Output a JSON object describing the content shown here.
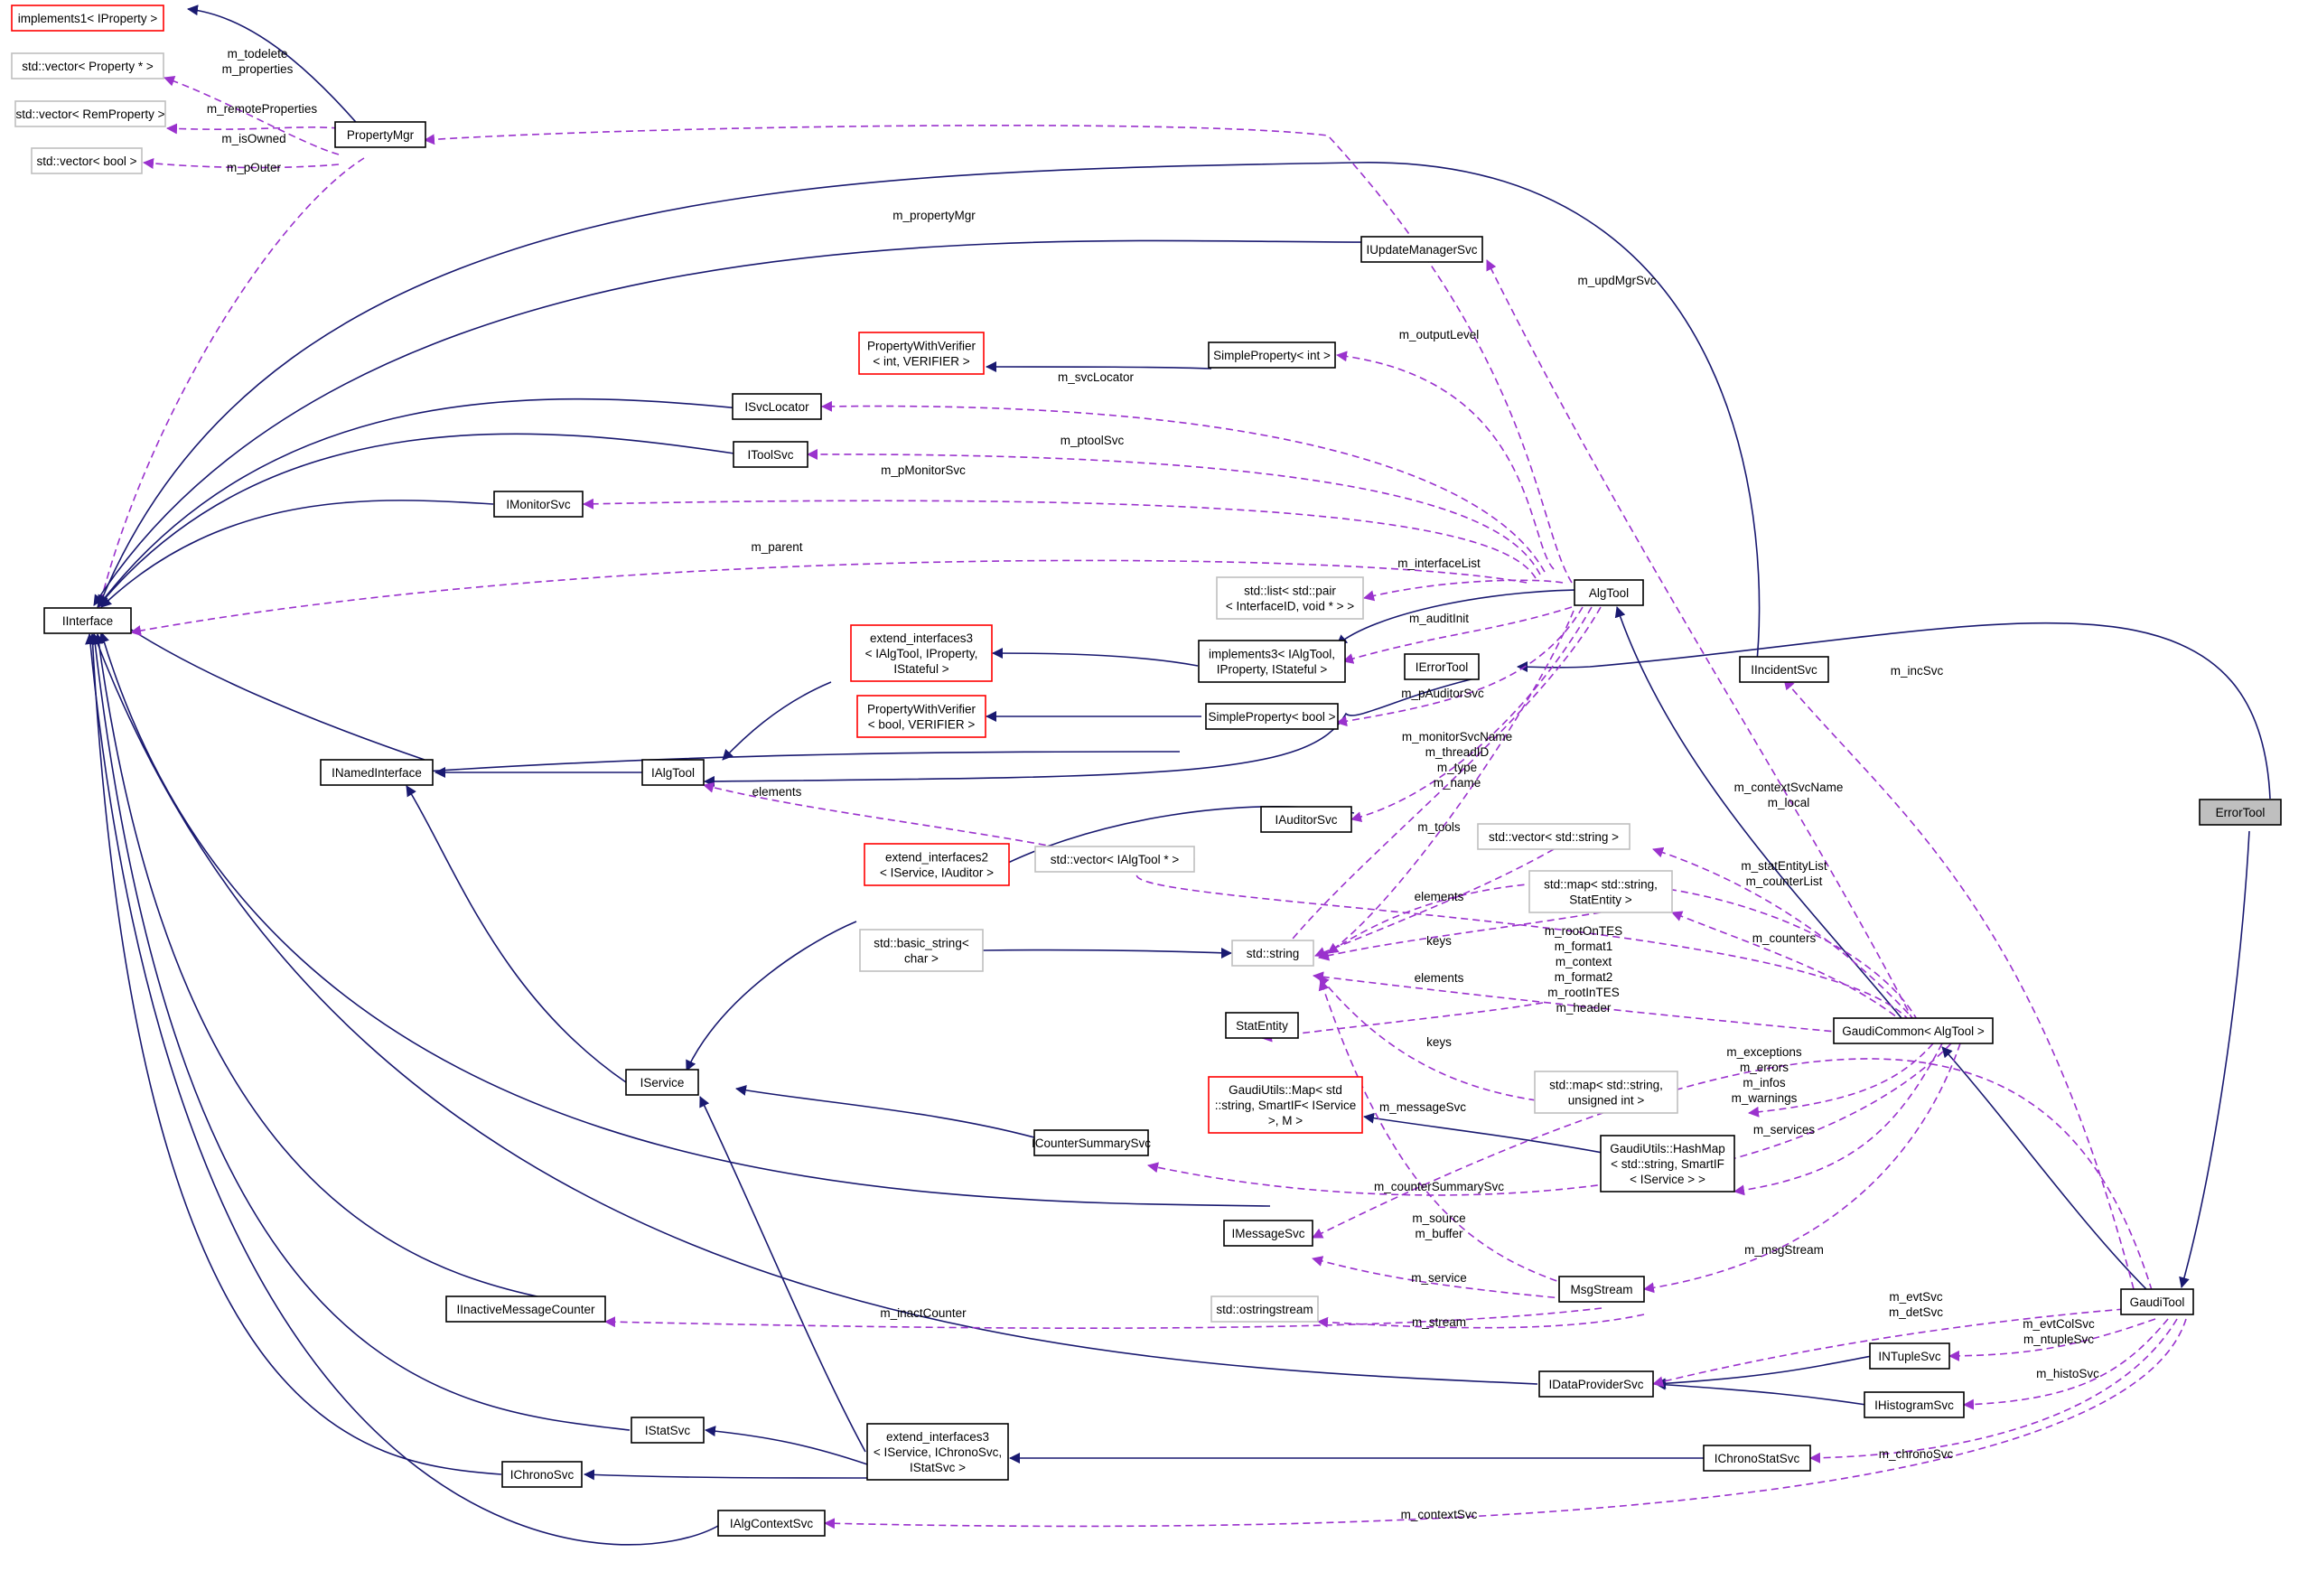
{
  "colors": {
    "inherit_edge": "#191970",
    "usage_edge": "#9a32cd",
    "template_border": "#ff0000",
    "external_border": "#bfbfbf",
    "documented_border": "#000000",
    "focus_fill": "#bfbfbf"
  },
  "nodes": [
    {
      "id": "ErrorTool",
      "lines": [
        "ErrorTool"
      ],
      "style": "focus"
    },
    {
      "id": "implements1_IProperty",
      "lines": [
        "implements1< IProperty >"
      ],
      "style": "template"
    },
    {
      "id": "vec_Property",
      "lines": [
        "std::vector< Property * >"
      ],
      "style": "external"
    },
    {
      "id": "vec_RemProperty",
      "lines": [
        "std::vector< RemProperty >"
      ],
      "style": "external"
    },
    {
      "id": "vec_bool",
      "lines": [
        "std::vector< bool >"
      ],
      "style": "external"
    },
    {
      "id": "PropertyMgr",
      "lines": [
        "PropertyMgr"
      ],
      "style": "normal"
    },
    {
      "id": "IUpdateManagerSvc",
      "lines": [
        "IUpdateManagerSvc"
      ],
      "style": "normal"
    },
    {
      "id": "PWV_int",
      "lines": [
        "PropertyWithVerifier",
        "< int, VERIFIER >"
      ],
      "style": "template"
    },
    {
      "id": "SimpleProperty_int",
      "lines": [
        "SimpleProperty< int >"
      ],
      "style": "normal"
    },
    {
      "id": "ISvcLocator",
      "lines": [
        "ISvcLocator"
      ],
      "style": "normal"
    },
    {
      "id": "IToolSvc",
      "lines": [
        "IToolSvc"
      ],
      "style": "normal"
    },
    {
      "id": "IMonitorSvc",
      "lines": [
        "IMonitorSvc"
      ],
      "style": "normal"
    },
    {
      "id": "IInterface",
      "lines": [
        "IInterface"
      ],
      "style": "normal"
    },
    {
      "id": "list_pair",
      "lines": [
        "std::list< std::pair",
        "< InterfaceID, void * > >"
      ],
      "style": "external"
    },
    {
      "id": "AlgTool",
      "lines": [
        "AlgTool"
      ],
      "style": "normal"
    },
    {
      "id": "ext_if3_AlgTool",
      "lines": [
        "extend_interfaces3",
        "< IAlgTool, IProperty,",
        "IStateful >"
      ],
      "style": "template"
    },
    {
      "id": "impl3_IAlgTool",
      "lines": [
        "implements3< IAlgTool,",
        "IProperty, IStateful >"
      ],
      "style": "normal"
    },
    {
      "id": "IErrorTool",
      "lines": [
        "IErrorTool"
      ],
      "style": "normal"
    },
    {
      "id": "IIncidentSvc",
      "lines": [
        "IIncidentSvc"
      ],
      "style": "normal"
    },
    {
      "id": "PWV_bool",
      "lines": [
        "PropertyWithVerifier",
        "< bool, VERIFIER >"
      ],
      "style": "template"
    },
    {
      "id": "SimpleProperty_bool",
      "lines": [
        "SimpleProperty< bool >"
      ],
      "style": "normal"
    },
    {
      "id": "INamedInterface",
      "lines": [
        "INamedInterface"
      ],
      "style": "normal"
    },
    {
      "id": "IAlgTool",
      "lines": [
        "IAlgTool"
      ],
      "style": "normal"
    },
    {
      "id": "IAuditorSvc",
      "lines": [
        "IAuditorSvc"
      ],
      "style": "normal"
    },
    {
      "id": "ext_if2",
      "lines": [
        "extend_interfaces2",
        "< IService, IAuditor >"
      ],
      "style": "template"
    },
    {
      "id": "vec_IAlgTool",
      "lines": [
        "std::vector< IAlgTool * >"
      ],
      "style": "external"
    },
    {
      "id": "vec_string",
      "lines": [
        "std::vector< std::string >"
      ],
      "style": "external"
    },
    {
      "id": "map_StatEntity",
      "lines": [
        "std::map< std::string,",
        "StatEntity >"
      ],
      "style": "external"
    },
    {
      "id": "basic_string",
      "lines": [
        "std::basic_string<",
        "char >"
      ],
      "style": "external"
    },
    {
      "id": "std_string",
      "lines": [
        "std::string"
      ],
      "style": "external"
    },
    {
      "id": "StatEntity",
      "lines": [
        "StatEntity"
      ],
      "style": "normal"
    },
    {
      "id": "GaudiCommon",
      "lines": [
        "GaudiCommon< AlgTool >"
      ],
      "style": "normal"
    },
    {
      "id": "IService",
      "lines": [
        "IService"
      ],
      "style": "normal"
    },
    {
      "id": "GaudiUtils_Map",
      "lines": [
        "GaudiUtils::Map< std",
        "::string, SmartIF< IService",
        ">, M >"
      ],
      "style": "template"
    },
    {
      "id": "map_unsigned",
      "lines": [
        "std::map< std::string,",
        "unsigned int >"
      ],
      "style": "external"
    },
    {
      "id": "ICounterSummarySvc",
      "lines": [
        "ICounterSummarySvc"
      ],
      "style": "normal"
    },
    {
      "id": "HashMap",
      "lines": [
        "GaudiUtils::HashMap",
        "< std::string, SmartIF",
        "< IService > >"
      ],
      "style": "normal"
    },
    {
      "id": "IMessageSvc",
      "lines": [
        "IMessageSvc"
      ],
      "style": "normal"
    },
    {
      "id": "MsgStream",
      "lines": [
        "MsgStream"
      ],
      "style": "normal"
    },
    {
      "id": "IInactiveMessageCounter",
      "lines": [
        "IInactiveMessageCounter"
      ],
      "style": "normal"
    },
    {
      "id": "ostringstream",
      "lines": [
        "std::ostringstream"
      ],
      "style": "external"
    },
    {
      "id": "GaudiTool",
      "lines": [
        "GaudiTool"
      ],
      "style": "normal"
    },
    {
      "id": "INTupleSvc",
      "lines": [
        "INTupleSvc"
      ],
      "style": "normal"
    },
    {
      "id": "IDataProviderSvc",
      "lines": [
        "IDataProviderSvc"
      ],
      "style": "normal"
    },
    {
      "id": "IHistogramSvc",
      "lines": [
        "IHistogramSvc"
      ],
      "style": "normal"
    },
    {
      "id": "IStatSvc",
      "lines": [
        "IStatSvc"
      ],
      "style": "normal"
    },
    {
      "id": "ext_if3_Svc",
      "lines": [
        "extend_interfaces3",
        "< IService, IChronoSvc,",
        "IStatSvc >"
      ],
      "style": "normal"
    },
    {
      "id": "IChronoStatSvc",
      "lines": [
        "IChronoStatSvc"
      ],
      "style": "normal"
    },
    {
      "id": "IChronoSvc",
      "lines": [
        "IChronoSvc"
      ],
      "style": "normal"
    },
    {
      "id": "IAlgContextSvc",
      "lines": [
        "IAlgContextSvc"
      ],
      "style": "normal"
    }
  ],
  "edge_labels": [
    {
      "id": "todelete",
      "lines": [
        "m_todelete",
        "m_properties"
      ]
    },
    {
      "id": "remoteProperties",
      "lines": [
        "m_remoteProperties"
      ]
    },
    {
      "id": "isOwned",
      "lines": [
        "m_isOwned"
      ]
    },
    {
      "id": "pOuter",
      "lines": [
        "m_pOuter"
      ]
    },
    {
      "id": "propertyMgr",
      "lines": [
        "m_propertyMgr"
      ]
    },
    {
      "id": "updMgrSvc",
      "lines": [
        "m_updMgrSvc"
      ]
    },
    {
      "id": "outputLevel",
      "lines": [
        "m_outputLevel"
      ]
    },
    {
      "id": "svcLocator",
      "lines": [
        "m_svcLocator"
      ]
    },
    {
      "id": "ptoolSvc",
      "lines": [
        "m_ptoolSvc"
      ]
    },
    {
      "id": "pMonitorSvc",
      "lines": [
        "m_pMonitorSvc"
      ]
    },
    {
      "id": "parent",
      "lines": [
        "m_parent"
      ]
    },
    {
      "id": "interfaceList",
      "lines": [
        "m_interfaceList"
      ]
    },
    {
      "id": "auditInit",
      "lines": [
        "m_auditInit"
      ]
    },
    {
      "id": "incSvc",
      "lines": [
        "m_incSvc"
      ]
    },
    {
      "id": "pAuditorSvc",
      "lines": [
        "m_pAuditorSvc"
      ]
    },
    {
      "id": "monitorSvcName",
      "lines": [
        "m_monitorSvcName",
        "m_threadID",
        "m_type",
        "m_name"
      ]
    },
    {
      "id": "contextSvcName",
      "lines": [
        "m_contextSvcName",
        "m_local"
      ]
    },
    {
      "id": "elements1",
      "lines": [
        "elements"
      ]
    },
    {
      "id": "tools",
      "lines": [
        "m_tools"
      ]
    },
    {
      "id": "statEntityList",
      "lines": [
        "m_statEntityList",
        "m_counterList"
      ]
    },
    {
      "id": "elements2",
      "lines": [
        "elements"
      ]
    },
    {
      "id": "keys1",
      "lines": [
        "keys"
      ]
    },
    {
      "id": "counters",
      "lines": [
        "m_counters"
      ]
    },
    {
      "id": "rootOnTES",
      "lines": [
        "m_rootOnTES",
        "m_format1",
        "m_context",
        "m_format2",
        "m_rootInTES",
        "m_header"
      ]
    },
    {
      "id": "elements3",
      "lines": [
        "elements"
      ]
    },
    {
      "id": "keys2",
      "lines": [
        "keys"
      ]
    },
    {
      "id": "exceptions",
      "lines": [
        "m_exceptions",
        "m_errors",
        "m_infos",
        "m_warnings"
      ]
    },
    {
      "id": "messageSvc",
      "lines": [
        "m_messageSvc"
      ]
    },
    {
      "id": "services",
      "lines": [
        "m_services"
      ]
    },
    {
      "id": "counterSummarySvc",
      "lines": [
        "m_counterSummarySvc"
      ]
    },
    {
      "id": "source",
      "lines": [
        "m_source",
        "m_buffer"
      ]
    },
    {
      "id": "msgStream",
      "lines": [
        "m_msgStream"
      ]
    },
    {
      "id": "service",
      "lines": [
        "m_service"
      ]
    },
    {
      "id": "evtSvc",
      "lines": [
        "m_evtSvc",
        "m_detSvc"
      ]
    },
    {
      "id": "inactCounter",
      "lines": [
        "m_inactCounter"
      ]
    },
    {
      "id": "stream",
      "lines": [
        "m_stream"
      ]
    },
    {
      "id": "evtColSvc",
      "lines": [
        "m_evtColSvc",
        "m_ntupleSvc"
      ]
    },
    {
      "id": "histoSvc",
      "lines": [
        "m_histoSvc"
      ]
    },
    {
      "id": "chronoSvc",
      "lines": [
        "m_chronoSvc"
      ]
    },
    {
      "id": "contextSvc",
      "lines": [
        "m_contextSvc"
      ]
    }
  ]
}
